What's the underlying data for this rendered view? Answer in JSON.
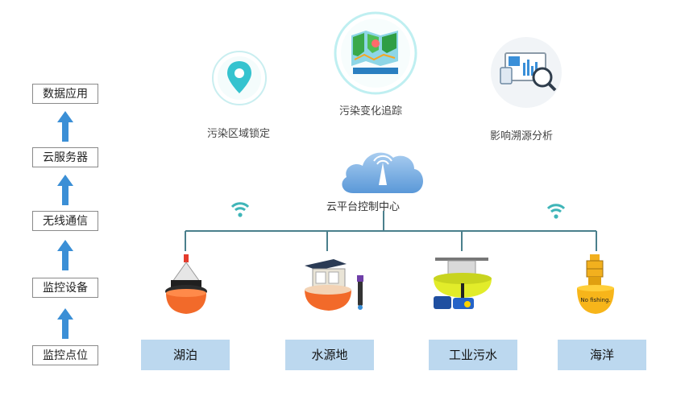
{
  "stack": [
    {
      "label": "数据应用"
    },
    {
      "label": "云服务器"
    },
    {
      "label": "无线通信"
    },
    {
      "label": "监控设备"
    },
    {
      "label": "监控点位"
    }
  ],
  "features": [
    {
      "label": "污染区域锁定",
      "icon": "location-pin-icon"
    },
    {
      "label": "污染变化追踪",
      "icon": "map-icon"
    },
    {
      "label": "影响溯源分析",
      "icon": "data-analysis-icon"
    }
  ],
  "cloud": {
    "label": "云平台控制中心",
    "icon": "cloud-antenna-icon"
  },
  "devices": [
    {
      "name": "buoy-lake",
      "icon": "orange-buoy-icon"
    },
    {
      "name": "buoy-water-source",
      "icon": "solar-buoy-icon"
    },
    {
      "name": "buoy-industrial",
      "icon": "yellow-buoy-icon"
    },
    {
      "name": "buoy-sea",
      "icon": "sea-buoy-icon",
      "sign": "No fishing."
    }
  ],
  "locations": [
    {
      "label": "湖泊"
    },
    {
      "label": "水源地"
    },
    {
      "label": "工业污水"
    },
    {
      "label": "海洋"
    }
  ],
  "colors": {
    "arrow": "#3b8fd6",
    "line": "#4a7f8c",
    "wifi": "#3fb5b8",
    "cloud": "#6aa7e0",
    "location_box": "#bcd8ef",
    "buoy_orange": "#f26a2a",
    "buoy_yellow": "#e2ec2a"
  }
}
